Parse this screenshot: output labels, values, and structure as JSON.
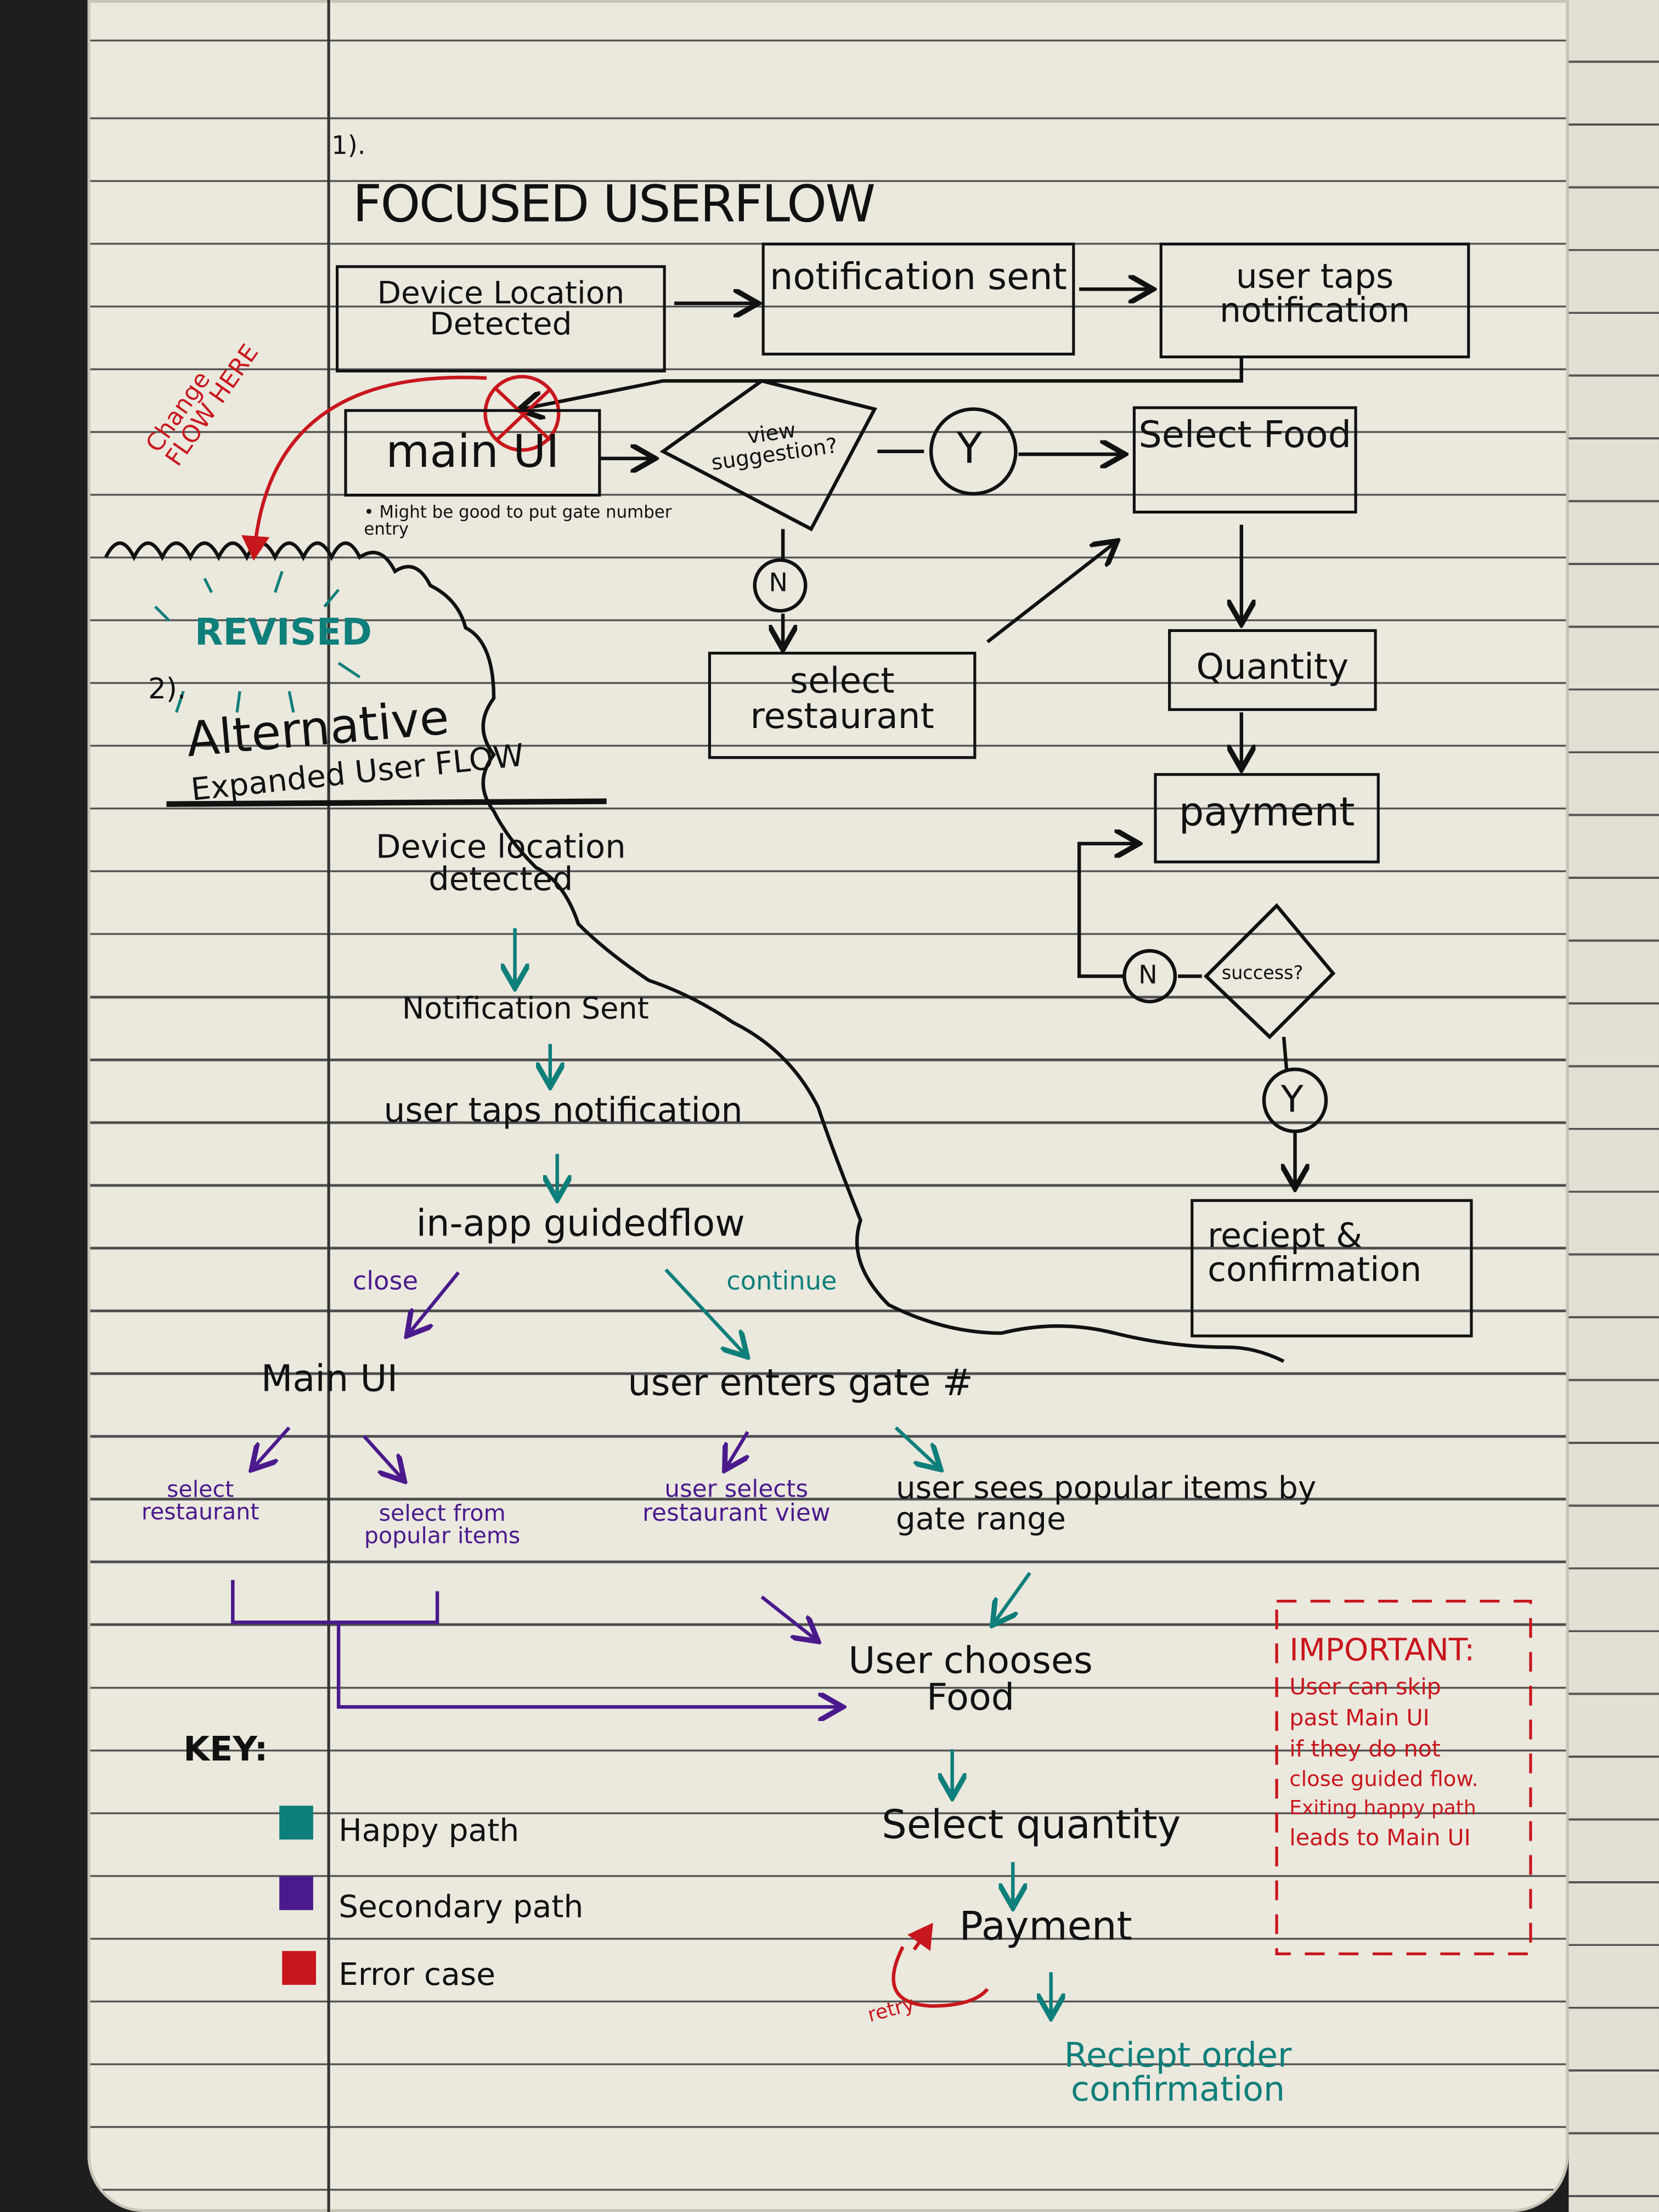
{
  "colors": {
    "happy": "#0e7f7a",
    "secondary": "#4a1a8c",
    "error": "#c8161d",
    "ink": "#111111",
    "paper": "#ebe8de"
  },
  "section1": {
    "number": "1).",
    "title": "FOCUSED USERFLOW",
    "device_location": "Device Location Detected",
    "notification_sent": "notification sent",
    "user_taps": "user taps notification",
    "main_ui": "main UI",
    "note": "• Might be good to put gate number entry",
    "view_suggestion": "view suggestion?",
    "yes": "Y",
    "no": "N",
    "select_food": "Select Food",
    "select_restaurant": "select restaurant",
    "quantity": "Quantity",
    "payment": "payment",
    "success": "success?",
    "receipt": "reciept & confirmation",
    "change_flow": "Change FLOW HERE",
    "revised": "REVISED"
  },
  "section2": {
    "number": "2).",
    "title": "Alternative",
    "subtitle": "Expanded User FLOW",
    "device_location": "Device location detected",
    "notification_sent": "Notification Sent",
    "user_taps": "user taps notification",
    "guided_flow": "in-app guidedflow",
    "close": "close",
    "continue": "continue",
    "main_ui": "Main UI",
    "enters_gate": "user enters gate #",
    "select_restaurant": "select restaurant",
    "select_popular": "select from popular items",
    "selects_restaurant_view": "user selects restaurant view",
    "sees_popular": "user sees popular items by gate range",
    "chooses_food": "User chooses Food",
    "select_quantity": "Select quantity",
    "payment": "Payment",
    "retry": "retry",
    "receipt": "Reciept order confirmation"
  },
  "key": {
    "title": "KEY:",
    "items": [
      {
        "label": "Happy path",
        "color": "#0e7f7a"
      },
      {
        "label": "Secondary path",
        "color": "#4a1a8c"
      },
      {
        "label": "Error case",
        "color": "#c8161d"
      }
    ]
  },
  "important": {
    "title": "IMPORTANT:",
    "lines": [
      "User can skip",
      "past Main UI",
      "if they do not",
      "close guided flow.",
      "Exiting happy path",
      "leads to Main UI"
    ]
  }
}
